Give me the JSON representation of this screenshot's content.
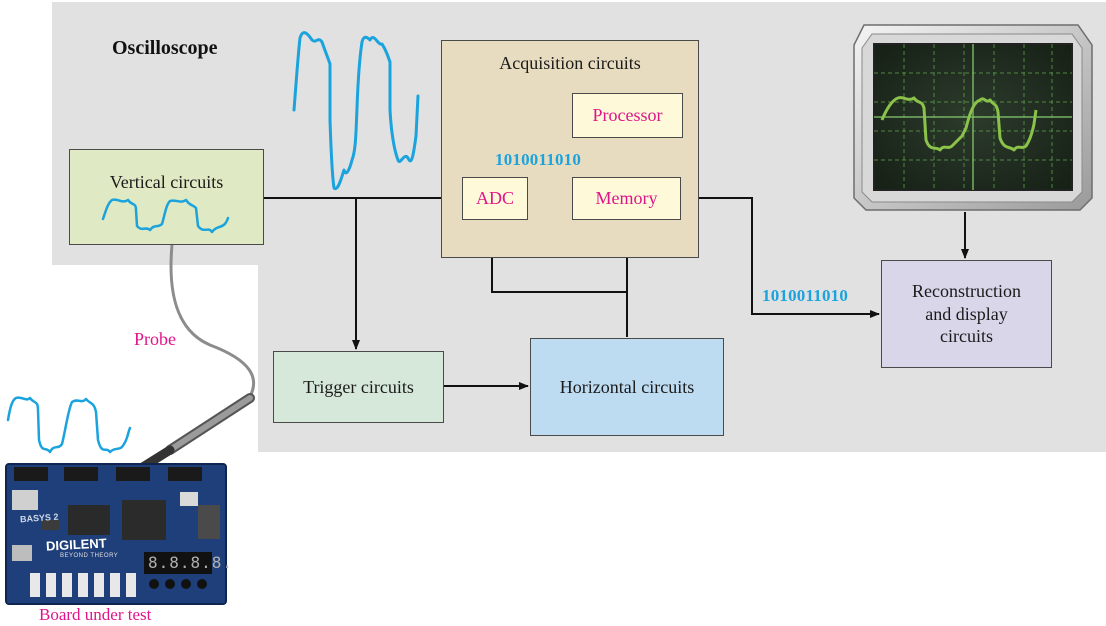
{
  "title": "Oscilloscope",
  "blocks": {
    "acquisition": "Acquisition circuits",
    "processor": "Processor",
    "adc": "ADC",
    "memory": "Memory",
    "vertical": "Vertical circuits",
    "trigger": "Trigger circuits",
    "horizontal": "Horizontal circuits",
    "reconstruction_line1": "Reconstruction",
    "reconstruction_line2": "and display",
    "reconstruction_line3": "circuits"
  },
  "bitstream_top": "1010011010",
  "bitstream_right": "1010011010",
  "probe_label": "Probe",
  "board_label": "Board under test",
  "board_brand": "DIGILENT",
  "board_tagline": "BEYOND THEORY",
  "board_model": "BASYS 2",
  "board_display": "8.8.8.8.",
  "colors": {
    "scope_panel": "#e1e1e1",
    "vertical_box": "#dfe9c3",
    "acquisition_box": "#e8dcc0",
    "inner_box": "#fdf9d9",
    "trigger_box": "#d6e8d9",
    "horizontal_box": "#bddbf1",
    "reconstruction_box": "#d9d6ea",
    "signal_blue": "#1aa3dd",
    "magenta": "#e0158a",
    "screen_trace": "#8bc34a"
  }
}
